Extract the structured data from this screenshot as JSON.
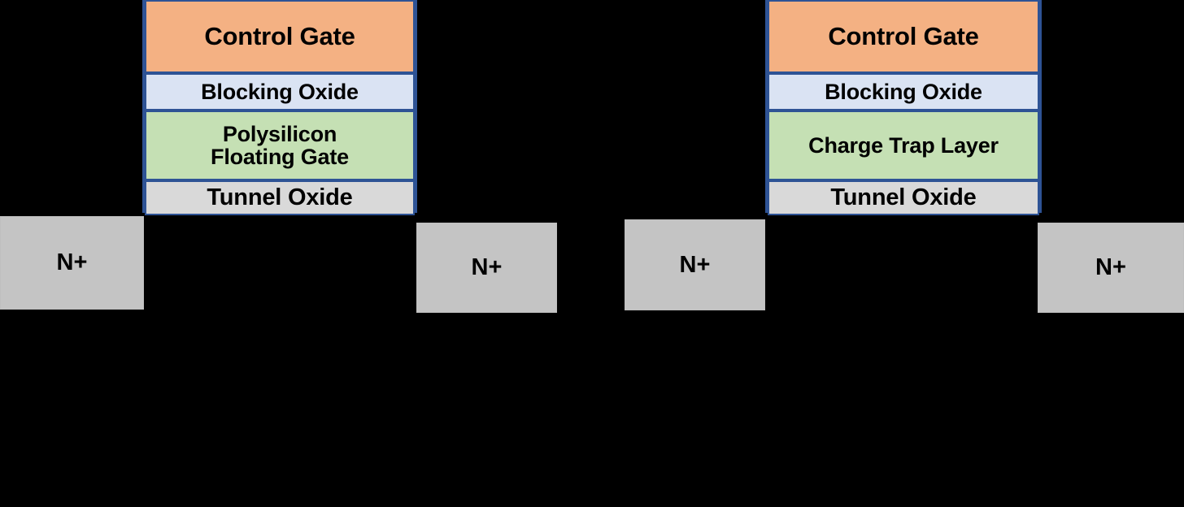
{
  "diagram": {
    "background_color": "#000000",
    "border_color": "#2E5395",
    "cells": [
      {
        "id": "floating-gate-cell",
        "layers": [
          {
            "name": "control-gate",
            "label": "Control Gate",
            "color": "#F4B183"
          },
          {
            "name": "blocking-oxide",
            "label": "Blocking Oxide",
            "color": "#DAE3F3"
          },
          {
            "name": "storage-layer",
            "label": "Polysilicon\nFloating Gate",
            "color": "#C5E0B4"
          },
          {
            "name": "tunnel-oxide",
            "label": "Tunnel Oxide",
            "color": "#D9D9D9"
          }
        ]
      },
      {
        "id": "charge-trap-cell",
        "layers": [
          {
            "name": "control-gate",
            "label": "Control Gate",
            "color": "#F4B183"
          },
          {
            "name": "blocking-oxide",
            "label": "Blocking Oxide",
            "color": "#DAE3F3"
          },
          {
            "name": "storage-layer",
            "label": "Charge Trap Layer",
            "color": "#C5E0B4"
          },
          {
            "name": "tunnel-oxide",
            "label": "Tunnel Oxide",
            "color": "#D9D9D9"
          }
        ]
      }
    ],
    "doped_regions": [
      {
        "label": "N+",
        "color": "#C4C4C4"
      },
      {
        "label": "N+",
        "color": "#C4C4C4"
      },
      {
        "label": "N+",
        "color": "#C4C4C4"
      },
      {
        "label": "N+",
        "color": "#C4C4C4"
      }
    ]
  }
}
